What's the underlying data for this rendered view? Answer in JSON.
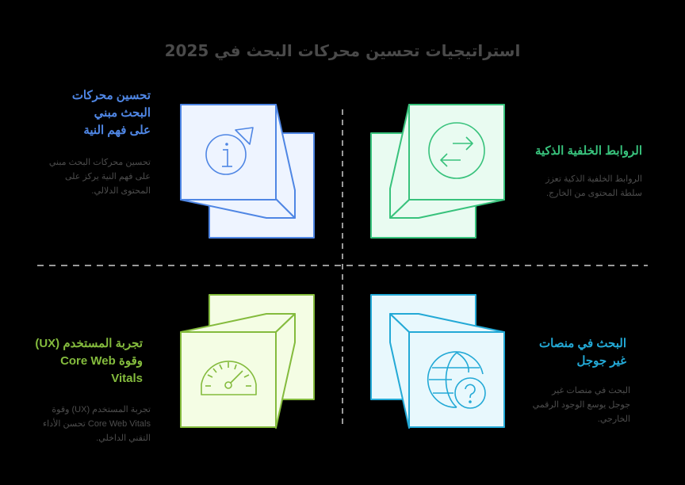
{
  "title": "استراتيجيات تحسين محركات البحث في 2025",
  "colors": {
    "background": "#000000",
    "divider": "#9a9a9a",
    "title": "#4a4a4a",
    "description": "#4d4d4d"
  },
  "quadrants": [
    {
      "position": "top-left",
      "heading": "تحسين محركات البحث مبني على فهم النية",
      "description": "تحسين محركات البحث مبني على فهم النية يركز على المحتوى الدلالي.",
      "icon": "info-icon",
      "accent": "#4f86e4",
      "fill": "#eef4ff"
    },
    {
      "position": "top-right",
      "heading": "الروابط الخلفية الذكية",
      "description": "الروابط الخلفية الذكية تعزز سلطة المحتوى من الخارج.",
      "icon": "exchange-arrows-icon",
      "accent": "#38c27c",
      "fill": "#e9fbf1"
    },
    {
      "position": "bottom-left",
      "heading": "تجربة المستخدم (UX) وقوة Core Web Vitals",
      "description": "تجربة المستخدم (UX) وقوة Core Web Vitals تحسن الأداء التقني الداخلي.",
      "icon": "speedometer-icon",
      "accent": "#84bb3d",
      "fill": "#f4fde4"
    },
    {
      "position": "bottom-right",
      "heading": "البحث في منصات غير جوجل",
      "description": "البحث في منصات غير جوجل يوسع الوجود الرقمي الخارجي.",
      "icon": "globe-question-icon",
      "accent": "#23a9d6",
      "fill": "#e8f8fd"
    }
  ]
}
